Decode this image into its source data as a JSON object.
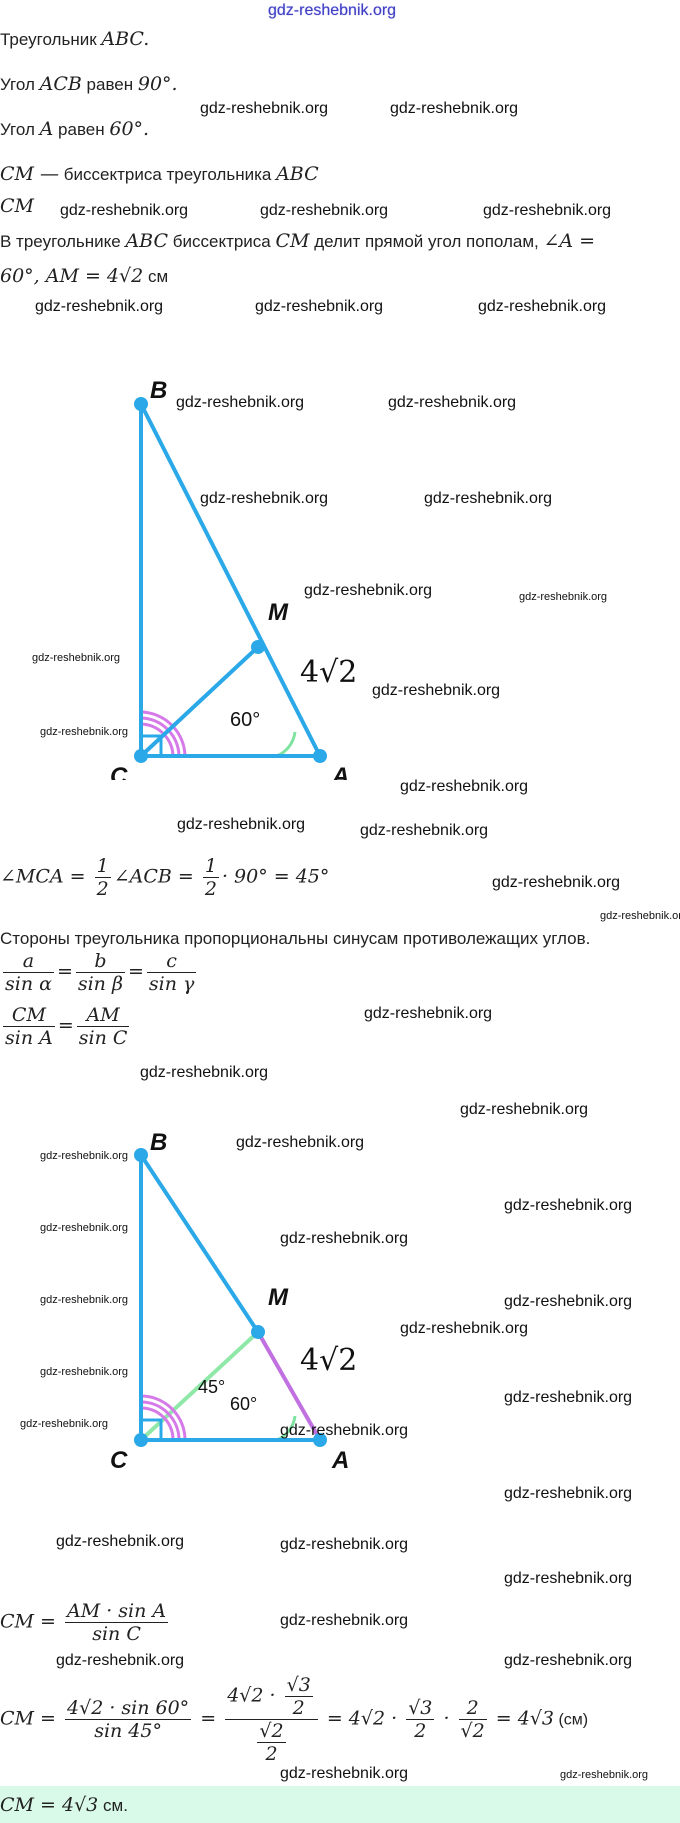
{
  "header": {
    "site": "gdz-reshebnik.org"
  },
  "watermark": "gdz-reshebnik.org",
  "lines": {
    "l1_text": "Треугольник ",
    "l1_math": "ABC.",
    "l2_text": "Угол ",
    "l2_math": "ACB",
    "l2_text2": " равен ",
    "l2_math2": "90°.",
    "l3_text": "Угол ",
    "l3_math": "A",
    "l3_text2": " равен ",
    "l3_math2": "60°.",
    "l4_math": "CM —",
    "l4_text": " биссектриса треугольника ",
    "l4_math2": "ABC",
    "l5_math": "CM",
    "l6_text": "В треугольнике ",
    "l6_math": "ABC",
    "l6_text2": " биссектриса ",
    "l6_math2": "CM",
    "l6_text3": " делит прямой угол пополам, ",
    "l6_math3": "∠A =",
    "l7_math": "60°, AM = 4√2",
    "l7_text": " см"
  },
  "diagram1": {
    "labels": {
      "B": "B",
      "C": "C",
      "A": "A",
      "M": "M",
      "side": "4√2",
      "angle": "60°"
    }
  },
  "eq1": {
    "lhs": "∠MCA = ",
    "n1": "1",
    "d1": "2",
    "mid": "∠ACB = ",
    "n2": "1",
    "d2": "2",
    "rhs": "· 90° = 45°"
  },
  "text_sines": "Стороны треугольника пропорциональны синусам противолежащих углов.",
  "law": {
    "a": "a",
    "sa": "sin α",
    "b": "b",
    "sb": "sin β",
    "c": "c",
    "sc": "sin γ",
    "eq": "="
  },
  "ratio": {
    "n1": "CM",
    "d1": "sin A",
    "n2": "AM",
    "d2": "sin C",
    "eq": "="
  },
  "diagram2": {
    "labels": {
      "B": "B",
      "C": "C",
      "A": "A",
      "M": "M",
      "side": "4√2",
      "angle45": "45°",
      "angle60": "60°"
    }
  },
  "eq2": {
    "lhs": "CM = ",
    "n": "AM · sin A",
    "d": "sin C"
  },
  "eq3": {
    "lhs": "CM = ",
    "n1": "4√2 · sin 60°",
    "d1": "sin 45°",
    "eq": " = ",
    "n2a": "4√2 · ",
    "n2n": "√3",
    "n2d": "2",
    "d2n": "√2",
    "d2d": "2",
    "mid": " = 4√2 · ",
    "fn": "√3",
    "fd": "2",
    "dot": " · ",
    "gn": "2",
    "gd": "√2",
    "res": " = 4√3",
    "unit": " (см)"
  },
  "answer": {
    "math": "CM = 4√3",
    "text": " см."
  },
  "colors": {
    "triangle": "#2aa8e8",
    "angle_arc": "#d57ae8",
    "angle_a": "#7fe3a0",
    "answer_bg": "#d9fae9"
  }
}
